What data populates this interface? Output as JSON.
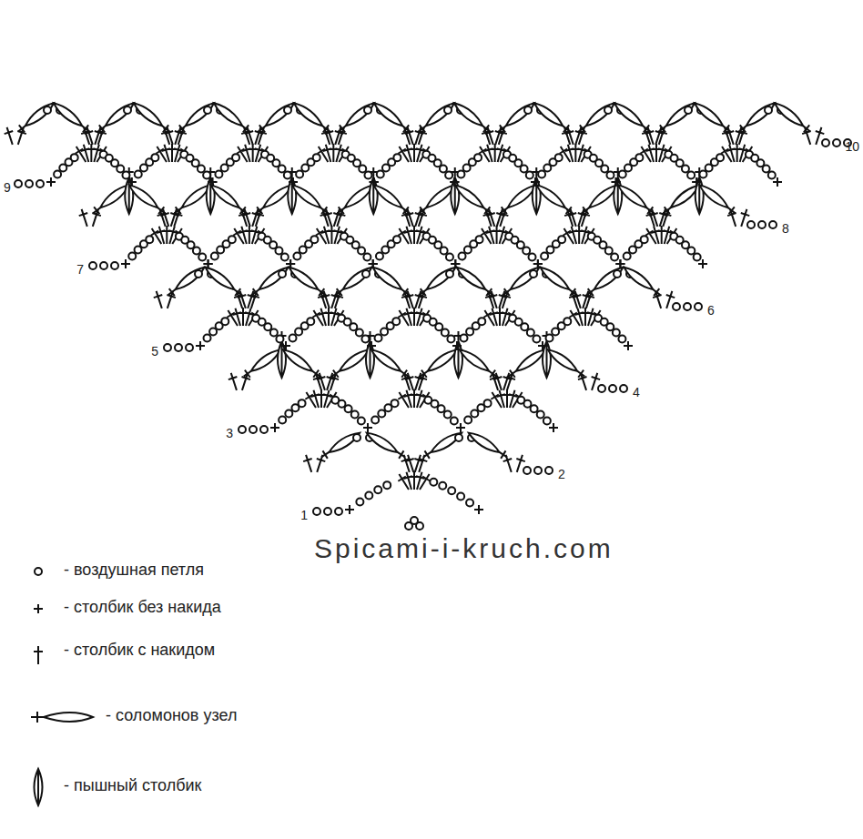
{
  "diagram": {
    "labels": [
      "1",
      "2",
      "3",
      "4",
      "5",
      "6",
      "7",
      "8",
      "9",
      "10",
      "Spicami-i-kruch.com"
    ],
    "legend": [
      {
        "text": "- воздушная петля"
      },
      {
        "text": "- столбик без накида"
      },
      {
        "text": "- столбик с накидом"
      },
      {
        "text": "- соломонов узел"
      },
      {
        "text": "- пышный столбик"
      }
    ]
  }
}
